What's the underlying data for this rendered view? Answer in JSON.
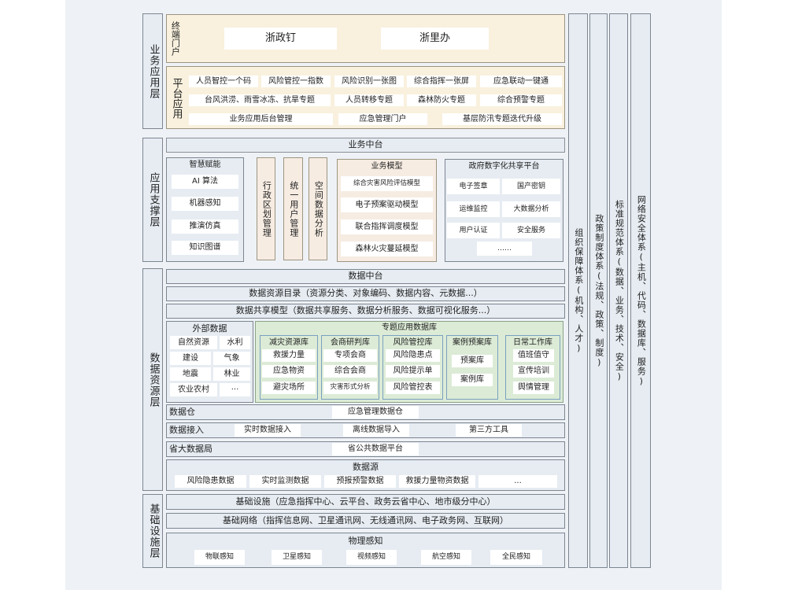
{
  "layers": [
    "业务应用层",
    "应用支撑层",
    "数据资源层",
    "基础设施层"
  ],
  "terminal": {
    "label": "终端门户",
    "items": [
      "浙政钉",
      "浙里办"
    ]
  },
  "platform": {
    "label": "平台应用",
    "row1": [
      "人员智控一个码",
      "风险管控一指数",
      "风险识别一张图",
      "综合指挥一张屏",
      "应急联动一键通"
    ],
    "row2": [
      "台风洪涝、雨雪冰冻、抗旱专题",
      "人员转移专题",
      "森林防火专题",
      "综合预警专题"
    ],
    "row3": [
      "业务应用后台管理",
      "应急管理门户",
      "基层防汛专题迭代升级"
    ]
  },
  "support": {
    "biz_center": "业务中台",
    "smart": {
      "title": "智慧赋能",
      "items": [
        "AI 算法",
        "机器感知",
        "推演仿真",
        "知识图谱"
      ]
    },
    "columns": [
      "行政区划管理",
      "统一用户管理",
      "空间数据分析"
    ],
    "model": {
      "title": "业务模型",
      "items": [
        "综合灾害风险评估模型",
        "电子预案驱动模型",
        "联合指挥调度模型",
        "森林火灾蔓延模型"
      ]
    },
    "gov": {
      "title": "政府数字化共享平台",
      "items": [
        "电子签章",
        "国产密钥",
        "运维监控",
        "大数据分析",
        "用户认证",
        "安全服务",
        "……"
      ]
    }
  },
  "data": {
    "center": "数据中台",
    "catalog": "数据资源目录（资源分类、对象编码、数据内容、元数据...）",
    "share": "数据共享模型（数据共享服务、数据分析服务、数据可视化服务...）",
    "external": {
      "title": "外部数据",
      "items": [
        "自然资源",
        "水利",
        "建设",
        "气象",
        "地震",
        "林业",
        "农业农村",
        "···"
      ]
    },
    "topic": {
      "title": "专题应用数据库",
      "dbs": [
        {
          "title": "减灾资源库",
          "items": [
            "救援力量",
            "应急物资",
            "避灾场所"
          ]
        },
        {
          "title": "会商研判库",
          "items": [
            "专项会商",
            "综合会商",
            "灾害形式分析"
          ]
        },
        {
          "title": "风险管控库",
          "items": [
            "风险隐患点",
            "风险提示单",
            "风险管控表"
          ]
        },
        {
          "title": "案例预案库",
          "items": [
            "预案库",
            "案例库"
          ]
        },
        {
          "title": "日常工作库",
          "items": [
            "值班值守",
            "宣传培训",
            "舆情管理"
          ]
        }
      ]
    },
    "warehouse": {
      "label": "数据仓",
      "item": "应急管理数据仓"
    },
    "ingest": {
      "label": "数据接入",
      "items": [
        "实时数据接入",
        "离线数据导入",
        "第三方工具"
      ]
    },
    "bureau": {
      "label": "省大数据局",
      "item": "省公共数据平台"
    },
    "source": {
      "title": "数据源",
      "items": [
        "风险隐患数据",
        "实时监测数据",
        "预报预警数据",
        "救援力量物资数据",
        "..."
      ]
    }
  },
  "infra": {
    "facility": "基础设施（应急指挥中心、云平台、政务云省中心、地市级分中心）",
    "network": "基础网络（指挥信息网、卫星通讯网、无线通讯网、电子政务网、互联网）",
    "sense": {
      "title": "物理感知",
      "items": [
        "物联感知",
        "卫星感知",
        "视频感知",
        "航空感知",
        "全民感知"
      ]
    }
  },
  "systems": [
    "组织保障体系(机构、人才)",
    "政策制度体系(法规、政策、制度)",
    "标准规范体系(数据、业务、技术、安全)",
    "网络安全体系(主机、代码、数据库、服务)"
  ]
}
